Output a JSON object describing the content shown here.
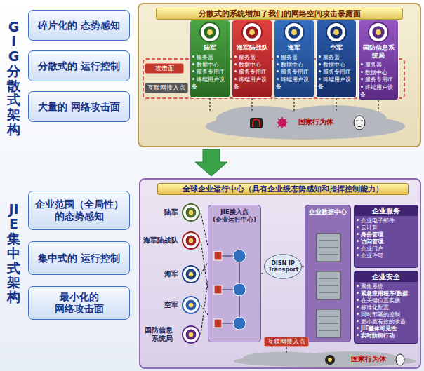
{
  "diagram": {
    "nodes": [
      {
        "text": [
          "碎片化的 态势感知"
        ]
      },
      {
        "text": [
          "分散式的 运行控制"
        ]
      },
      {
        "text": [
          "大量的 网络攻击面"
        ]
      },
      {
        "text": [
          "分散式的系统增加了我们的网络空间攻击暴露面"
        ]
      },
      {
        "text": [
          "陆军",
          "服务器",
          "数据中心",
          "服务专用IT",
          "终端用户设备"
        ],
        "in": 3
      },
      {
        "text": [
          "海军陆战队",
          "服务器",
          "数据中心",
          "服务专用IT",
          "终端用户设备"
        ],
        "in": 3
      },
      {
        "text": [
          "海军",
          "服务器",
          "数据中心",
          "服务专用IT",
          "终端用户设备"
        ],
        "in": 3
      },
      {
        "text": [
          "空军",
          "服务器",
          "数据中心",
          "服务专用IT",
          "终端用户设备"
        ],
        "in": 3
      },
      {
        "text": [
          "国防信息系统局",
          "服务器",
          "数据中心",
          "服务专用IT",
          "终端用户设备"
        ],
        "in": 3
      },
      {
        "text": [
          "攻击面"
        ],
        "in": 3
      },
      {
        "text": [
          "互联网接入点"
        ],
        "in": 3
      },
      {
        "text": [
          "国家行为体"
        ],
        "in": 3
      },
      {
        "text": [
          "企业范围（全局性）的态势感知"
        ]
      },
      {
        "text": [
          "集中式的 运行控制"
        ]
      },
      {
        "text": [
          "最小化的 网络攻击面"
        ]
      },
      {
        "text": [
          "全球企业运行中心（具有企业级态势感知和指挥控制能力）"
        ]
      },
      {
        "text": [
          "陆军"
        ],
        "in": 15
      },
      {
        "text": [
          "海军陆战队"
        ],
        "in": 15
      },
      {
        "text": [
          "海军"
        ],
        "in": 15
      },
      {
        "text": [
          "空军"
        ],
        "in": 15
      },
      {
        "text": [
          "国防信息系统局"
        ],
        "in": 15
      },
      {
        "text": [
          "JIE接入点 (企业运行中心)"
        ],
        "in": 15
      },
      {
        "text": [
          "DISN IP Transport"
        ],
        "in": 15
      },
      {
        "text": [
          "企业数据中心"
        ],
        "in": 15
      },
      {
        "text": [
          "企业服务",
          "企业电子邮件",
          "云计算",
          "身份管理",
          "访问管理",
          "企业门户",
          "企业许可"
        ],
        "in": 15
      },
      {
        "text": [
          "企业安全",
          "聚焦系统",
          "紧急应用程序/数据",
          "在关键位置实施",
          "标准化配置",
          "同时部署的控制",
          "更小更有效的攻击",
          "JIE整体可见性",
          "实时防御行动"
        ],
        "in": 15
      },
      {
        "text": [
          "互联网接入点"
        ],
        "in": 15
      },
      {
        "text": [
          "国家行为体"
        ],
        "in": 15
      }
    ],
    "edges": [
      {
        "from": 4,
        "to": 11,
        "arrow": "none"
      },
      {
        "from": 5,
        "to": 11,
        "arrow": "none"
      },
      {
        "from": 6,
        "to": 11,
        "arrow": "none"
      },
      {
        "from": 7,
        "to": 11,
        "arrow": "none"
      },
      {
        "from": 8,
        "to": 11,
        "arrow": "none"
      },
      {
        "from": 16,
        "to": 21,
        "arrow": "none"
      },
      {
        "from": 17,
        "to": 21,
        "arrow": "none"
      },
      {
        "from": 18,
        "to": 21,
        "arrow": "none"
      },
      {
        "from": 19,
        "to": 21,
        "arrow": "none"
      },
      {
        "from": 20,
        "to": 21,
        "arrow": "none"
      },
      {
        "from": 21,
        "to": 22,
        "arrow": "none"
      },
      {
        "from": 22,
        "to": 23,
        "arrow": "none"
      },
      {
        "from": 26,
        "to": 27,
        "arrow": "none"
      }
    ],
    "labels": [
      "GIG分散式架构",
      "JIE集中式架构"
    ]
  }
}
